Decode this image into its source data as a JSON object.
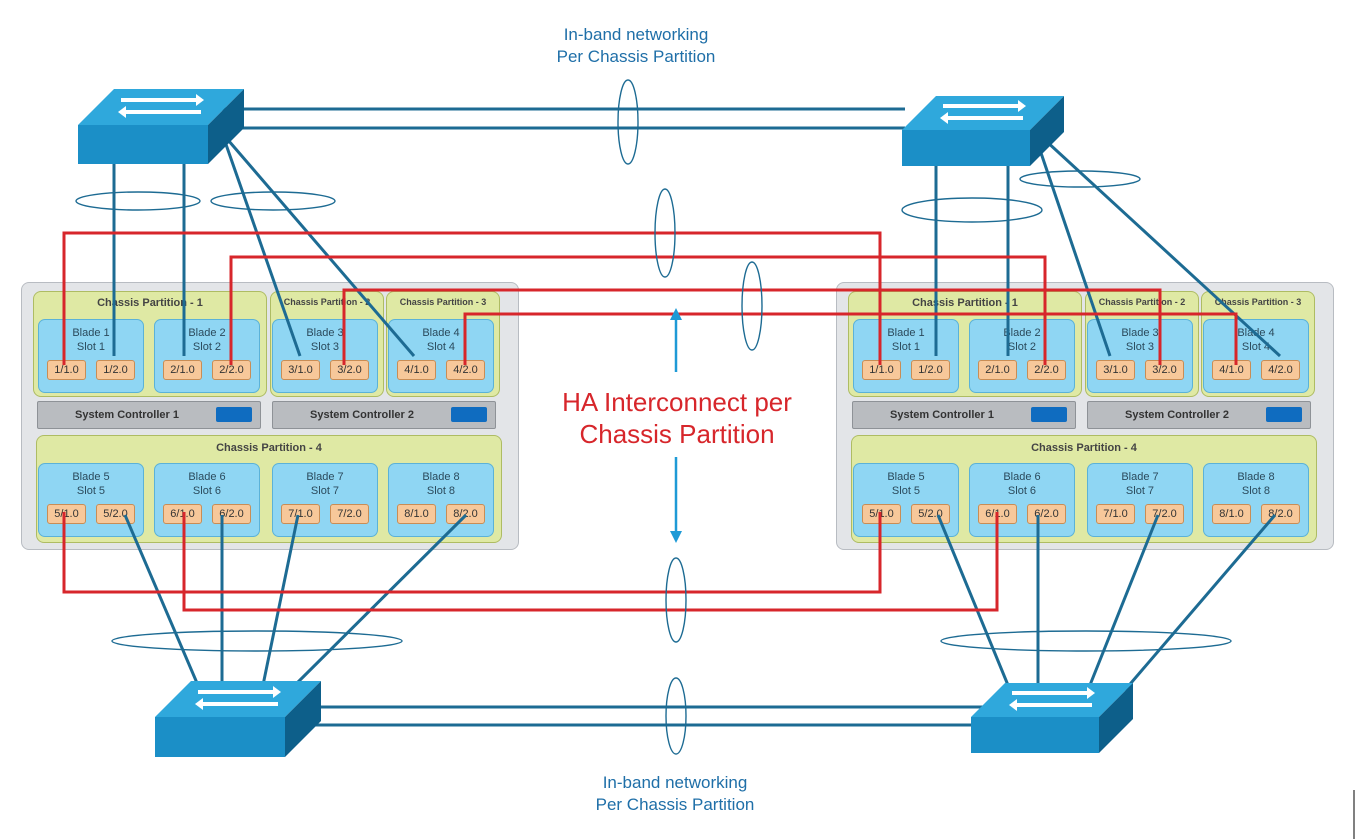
{
  "labels": {
    "top_networking": [
      "In-band networking",
      "Per Chassis Partition"
    ],
    "bottom_networking": [
      "In-band networking",
      "Per Chassis Partition"
    ],
    "ha_interconnect": [
      "HA Interconnect per",
      "Chassis Partition"
    ]
  },
  "chassis": {
    "partition_1": "Chassis Partition - 1",
    "partition_2": "Chassis Partition - 2",
    "partition_3": "Chassis Partition - 3",
    "partition_4": "Chassis Partition - 4",
    "controller_1": "System Controller 1",
    "controller_2": "System Controller 2",
    "blades": [
      {
        "name": "Blade 1",
        "slot": "Slot 1",
        "ports": [
          "1/1.0",
          "1/2.0"
        ]
      },
      {
        "name": "Blade 2",
        "slot": "Slot 2",
        "ports": [
          "2/1.0",
          "2/2.0"
        ]
      },
      {
        "name": "Blade 3",
        "slot": "Slot 3",
        "ports": [
          "3/1.0",
          "3/2.0"
        ]
      },
      {
        "name": "Blade 4",
        "slot": "Slot 4",
        "ports": [
          "4/1.0",
          "4/2.0"
        ]
      },
      {
        "name": "Blade 5",
        "slot": "Slot 5",
        "ports": [
          "5/1.0",
          "5/2.0"
        ]
      },
      {
        "name": "Blade 6",
        "slot": "Slot 6",
        "ports": [
          "6/1.0",
          "6/2.0"
        ]
      },
      {
        "name": "Blade 7",
        "slot": "Slot 7",
        "ports": [
          "7/1.0",
          "7/2.0"
        ]
      },
      {
        "name": "Blade 8",
        "slot": "Slot 8",
        "ports": [
          "8/1.0",
          "8/2.0"
        ]
      }
    ]
  },
  "icons": {
    "switch": "network-switch-icon",
    "lag": "link-aggregation-ellipse"
  },
  "colors": {
    "link_blue": "#1d6b93",
    "ha_red": "#d7262b",
    "switch_top": "#2fa8dc",
    "switch_front": "#1b8fc7",
    "partition_fill": "#dfe9a4",
    "blade_fill": "#8fd6f3",
    "port_fill": "#f7c89a",
    "controller_led": "#0f6cc0"
  }
}
